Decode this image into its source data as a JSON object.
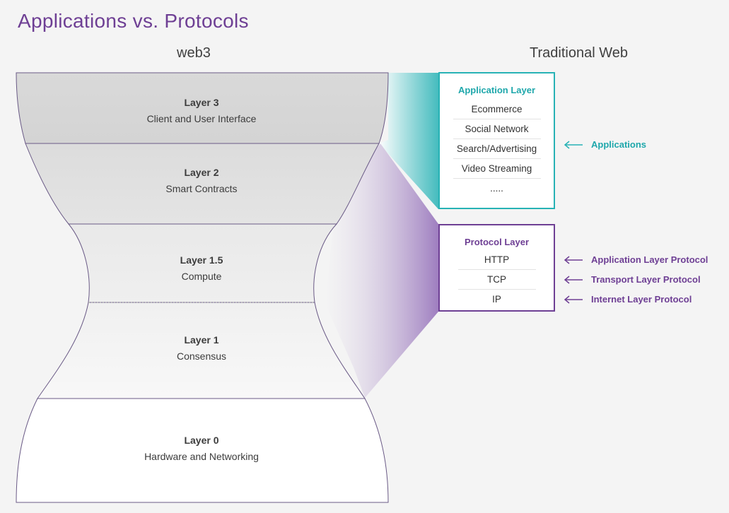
{
  "title": "Applications vs. Protocols",
  "columns": {
    "web3": "web3",
    "traditional": "Traditional Web"
  },
  "layers": [
    {
      "name": "Layer 3",
      "desc": "Client and User Interface"
    },
    {
      "name": "Layer 2",
      "desc": "Smart Contracts"
    },
    {
      "name": "Layer 1.5",
      "desc": "Compute"
    },
    {
      "name": "Layer 1",
      "desc": "Consensus"
    },
    {
      "name": "Layer 0",
      "desc": "Hardware and Networking"
    }
  ],
  "application_layer": {
    "title": "Application Layer",
    "items": [
      "Ecommerce",
      "Social Network",
      "Search/Advertising",
      "Video Streaming",
      "....."
    ],
    "side_label": "Applications"
  },
  "protocol_layer": {
    "title": "Protocol Layer",
    "items": [
      "HTTP",
      "TCP",
      "IP"
    ],
    "side_labels": [
      "Application Layer Protocol",
      "Transport Layer Protocol",
      "Internet Layer Protocol"
    ]
  },
  "colors": {
    "title": "#6e3f94",
    "teal": "#27b2b5",
    "purple": "#6e3f94"
  }
}
